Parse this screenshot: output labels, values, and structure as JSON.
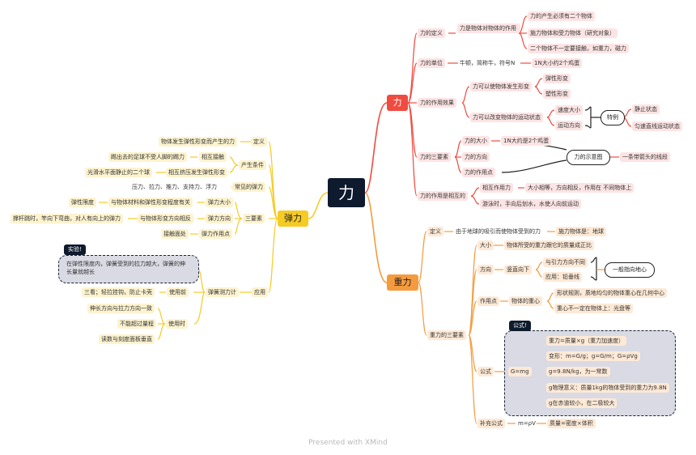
{
  "root": "力",
  "watermark": "Presented with XMind",
  "li": {
    "label": "力",
    "def": "力的定义",
    "def_main": "力是物体对物体的作用",
    "def_1": "力的产生必须有二个物体",
    "def_2": "施力物体和受力物体（研究对象）",
    "def_3": "二个物体不一定要接触，如重力，磁力",
    "unit": "力的单位",
    "unit_1": "牛顿，简称牛，符号N",
    "unit_2": "1N大小约2个鸡蛋",
    "effect": "力的作用效果",
    "effect_shape": "力可以使物体发生形变",
    "elastic_def": "弹性形变",
    "plastic_def": "塑性形变",
    "effect_motion": "力可以改变物体的运动状态",
    "speed": "速度大小",
    "direction": "运动方向",
    "special": "特例",
    "static": "静止状态",
    "uniform": "匀速直线运动状态",
    "three": "力的三要素",
    "size": "力的大小",
    "size_note": "1N大约是2个鸡蛋",
    "dir": "力的方向",
    "point": "力的作用点",
    "diagram": "力的示意图",
    "arrow": "一条带箭头的线段",
    "mutual": "力的作用是相互的",
    "mutual_1": "相互作用力",
    "mutual_1_note": "大小相等，方向相反，作用在    不同物体上",
    "mutual_2": "游泳时，手向后划水，水使人向前运动"
  },
  "tanli": {
    "label": "弹力",
    "def": "定义",
    "def_1": "物体发生弹性形变而产生的力",
    "cond": "产生条件",
    "cond_1": "相互接触",
    "cond_1a": "踢出去的足球不受人脚的踢力",
    "cond_2": "相互挤压发生弹性形变",
    "cond_2a": "光滑水平面静止的二个球",
    "common": "常见的弹力",
    "common_1": "压力、拉力、推力、支持力、浮力",
    "three": "三要素",
    "size": "弹力大小",
    "size_a": "与物体材料和弹性形变程度有关",
    "size_b": "弹性限度",
    "dir": "弹力方向",
    "dir_a": "与物体形变方向相反",
    "dir_b": "撑杆跳时，竿向下弯曲，对人有向上的弹力",
    "point": "弹力作用点",
    "point_a": "接触面处",
    "app": "应用",
    "meter": "弹簧测力计",
    "before": "使用前",
    "before_a": "三看；轻拉挂钩，防止卡壳",
    "during": "使用时",
    "during_1": "伸长方向与拉力方向一致",
    "during_2": "不能超过量程",
    "during_3": "读数与刻度面板垂直",
    "exp_tag": "实验!",
    "exp_text_1": "在弹性限度内，弹簧受到的拉力越大，弹簧的伸",
    "exp_text_2": "长量就越长"
  },
  "zhongli": {
    "label": "重力",
    "def": "定义",
    "def_1": "由于地球的吸引而使物体受到的力",
    "def_2": "施力物体是：地球",
    "three": "重力的三要素",
    "size": "大小",
    "size_1": "物体所受的重力跟它的质量成正比",
    "dir": "方向",
    "dir_1": "竖直向下",
    "dir_1a": "与引力方向不同",
    "dir_1b": "应用：铅垂线",
    "dir_note": "一般指向地心",
    "point": "作用点",
    "point_1": "物体的重心",
    "point_1a": "形状规则，质地均匀的物体重心在几何中心",
    "point_1b": "重心不一定在物体上：光盘等",
    "formula": "公式",
    "formula_tag": "公式!",
    "formula_main": "G=mg",
    "f1": "重力=质量×g（重力加速度）",
    "f2": "变形：m=G/g；g=G/m；G=ρVg",
    "f3": "g=9.8N/kg，为一常数",
    "f4": "g物理意义：质量1kg的物体受到的重力为9.8N",
    "f5": "g在赤道较小，在二极较大",
    "extra": "补充公式",
    "extra_1": "m=ρV",
    "extra_2": "质量=密度×体积"
  },
  "colors": {
    "li": "#f04b40",
    "tanli": "#f5cb25",
    "zhongli": "#f59b3f",
    "dark": "#0e1a2d"
  }
}
